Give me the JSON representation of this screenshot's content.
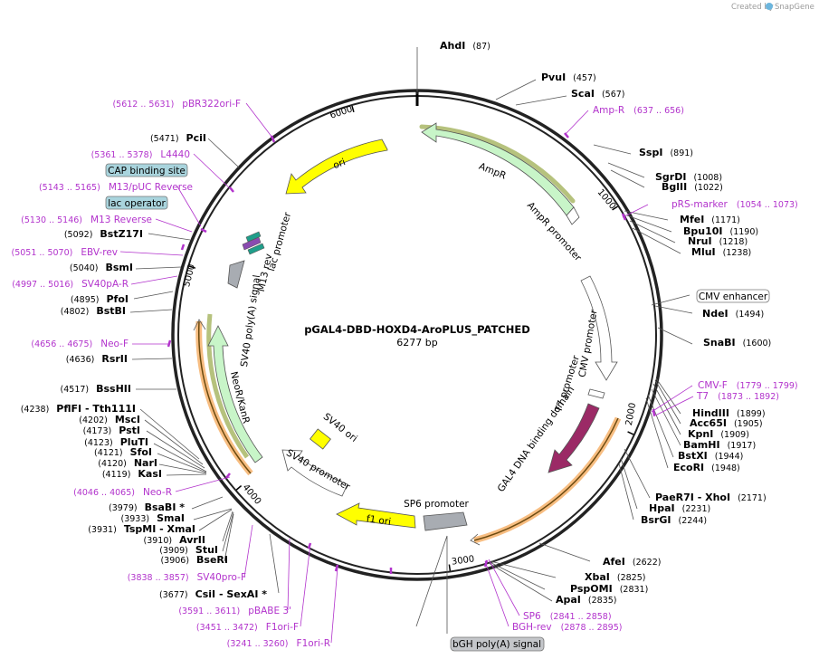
{
  "credit": {
    "prefix": "Created by",
    "brand": "SnapGene"
  },
  "plasmid": {
    "name": "pGAL4-DBD-HOXD4-AroPLUS_PATCHED",
    "length_label": "6277 bp"
  },
  "ticks": [
    "1000",
    "2000",
    "3000",
    "4000",
    "5000",
    "6000"
  ],
  "enzymes": [
    {
      "name": "AhdI",
      "pos": "(87)",
      "name_first": true
    },
    {
      "name": "PvuI",
      "pos": "(457)",
      "name_first": true
    },
    {
      "name": "ScaI",
      "pos": "(567)",
      "name_first": true
    },
    {
      "name": "SspI",
      "pos": "(891)",
      "name_first": true
    },
    {
      "name": "SgrDI",
      "pos": "(1008)",
      "name_first": true
    },
    {
      "name": "BglII",
      "pos": "(1022)",
      "name_first": true
    },
    {
      "name": "MfeI",
      "pos": "(1171)",
      "name_first": true
    },
    {
      "name": "Bpu10I",
      "pos": "(1190)",
      "name_first": true
    },
    {
      "name": "NruI",
      "pos": "(1218)",
      "name_first": true
    },
    {
      "name": "MluI",
      "pos": "(1238)",
      "name_first": true
    },
    {
      "name": "NdeI",
      "pos": "(1494)",
      "name_first": true
    },
    {
      "name": "SnaBI",
      "pos": "(1600)",
      "name_first": true
    },
    {
      "name": "HindIII",
      "pos": "(1899)",
      "name_first": true
    },
    {
      "name": "Acc65I",
      "pos": "(1905)",
      "name_first": true
    },
    {
      "name": "KpnI",
      "pos": "(1909)",
      "name_first": true
    },
    {
      "name": "BamHI",
      "pos": "(1917)",
      "name_first": true
    },
    {
      "name": "BstXI",
      "pos": "(1944)",
      "name_first": true
    },
    {
      "name": "EcoRI",
      "pos": "(1948)",
      "name_first": true
    },
    {
      "name": "PaeR7I  - XhoI",
      "pos": "(2171)",
      "name_first": true
    },
    {
      "name": "HpaI",
      "pos": "(2231)",
      "name_first": true
    },
    {
      "name": "BsrGI",
      "pos": "(2244)",
      "name_first": true
    },
    {
      "name": "AfeI",
      "pos": "(2622)",
      "name_first": true
    },
    {
      "name": "XbaI",
      "pos": "(2825)",
      "name_first": true
    },
    {
      "name": "PspOMI",
      "pos": "(2831)",
      "name_first": true
    },
    {
      "name": "ApaI",
      "pos": "(2835)",
      "name_first": true
    },
    {
      "name": "CsiI  - SexAI *",
      "pos": "(3677)",
      "name_first": false
    },
    {
      "name": "BseRI",
      "pos": "(3906)",
      "name_first": false
    },
    {
      "name": "StuI",
      "pos": "(3909)",
      "name_first": false
    },
    {
      "name": "AvrII",
      "pos": "(3910)",
      "name_first": false
    },
    {
      "name": "TspMI  - XmaI",
      "pos": "(3931)",
      "name_first": false
    },
    {
      "name": "SmaI",
      "pos": "(3933)",
      "name_first": false
    },
    {
      "name": "BsaBI *",
      "pos": "(3979)",
      "name_first": false
    },
    {
      "name": "KasI",
      "pos": "(4119)",
      "name_first": false
    },
    {
      "name": "NarI",
      "pos": "(4120)",
      "name_first": false
    },
    {
      "name": "SfoI",
      "pos": "(4121)",
      "name_first": false
    },
    {
      "name": "PluTI",
      "pos": "(4123)",
      "name_first": false
    },
    {
      "name": "PstI",
      "pos": "(4173)",
      "name_first": false
    },
    {
      "name": "MscI",
      "pos": "(4202)",
      "name_first": false
    },
    {
      "name": "PflFI  - Tth111I",
      "pos": "(4238)",
      "name_first": false
    },
    {
      "name": "BssHII",
      "pos": "(4517)",
      "name_first": false
    },
    {
      "name": "RsrII",
      "pos": "(4636)",
      "name_first": false
    },
    {
      "name": "BstBI",
      "pos": "(4802)",
      "name_first": false
    },
    {
      "name": "PfoI",
      "pos": "(4895)",
      "name_first": false
    },
    {
      "name": "BsmI",
      "pos": "(5040)",
      "name_first": false
    },
    {
      "name": "BstZ17I",
      "pos": "(5092)",
      "name_first": false
    },
    {
      "name": "PciI",
      "pos": "(5471)",
      "name_first": false
    }
  ],
  "primers": [
    {
      "name": "Amp-R",
      "pos": "(637 .. 656)",
      "name_first": true
    },
    {
      "name": "pRS-marker",
      "pos": "(1054 .. 1073)",
      "name_first": true
    },
    {
      "name": "CMV-F",
      "pos": "(1779 .. 1799)",
      "name_first": true
    },
    {
      "name": "T7",
      "pos": "(1873 .. 1892)",
      "name_first": true
    },
    {
      "name": "SP6",
      "pos": "(2841 .. 2858)",
      "name_first": true
    },
    {
      "name": "BGH-rev",
      "pos": "(2878 .. 2895)",
      "name_first": true
    },
    {
      "name": "F1ori-R",
      "pos": "(3241 .. 3260)",
      "name_first": false
    },
    {
      "name": "F1ori-F",
      "pos": "(3451 .. 3472)",
      "name_first": false
    },
    {
      "name": "pBABE 3'",
      "pos": "(3591 .. 3611)",
      "name_first": false
    },
    {
      "name": "SV40pro-F",
      "pos": "(3838 .. 3857)",
      "name_first": false
    },
    {
      "name": "Neo-R",
      "pos": "(4046 .. 4065)",
      "name_first": false
    },
    {
      "name": "Neo-F",
      "pos": "(4656 .. 4675)",
      "name_first": false
    },
    {
      "name": "SV40pA-R",
      "pos": "(4997 .. 5016)",
      "name_first": false
    },
    {
      "name": "EBV-rev",
      "pos": "(5051 .. 5070)",
      "name_first": false
    },
    {
      "name": "M13 Reverse",
      "pos": "(5130 .. 5146)",
      "name_first": false
    },
    {
      "name": "M13/pUC Reverse",
      "pos": "(5143 .. 5165)",
      "name_first": false
    },
    {
      "name": "L4440",
      "pos": "(5361 .. 5378)",
      "name_first": false
    },
    {
      "name": "pBR322ori-F",
      "pos": "(5612 .. 5631)",
      "name_first": false
    }
  ],
  "boxed_features": [
    "CMV enhancer",
    "bGH poly(A) signal",
    "CAP binding site",
    "lac operator"
  ],
  "features": {
    "ampr": "AmpR",
    "ampr_promoter": "AmpR promoter",
    "cmv_promoter": "CMV promoter",
    "t7_promoter": "T7 promoter",
    "gal4": "GAL4 DNA binding domain",
    "sp6_promoter": "SP6 promoter",
    "f1_ori": "f1 ori",
    "sv40_promoter": "SV40 promoter",
    "sv40_ori": "SV40 ori",
    "neor": "NeoR/KanR",
    "sv40_polya": "SV40 poly(A) signal",
    "m13_rev": "M13 rev",
    "lac_promoter": "lac promoter",
    "ori": "ori"
  },
  "colors": {
    "primer": "#b233cc",
    "ori": "#ffff00",
    "marker": "#c8f5c8",
    "gal4": "#9b2a66",
    "polya": "#a8acb2",
    "cap_box": "#a9d4dd"
  }
}
